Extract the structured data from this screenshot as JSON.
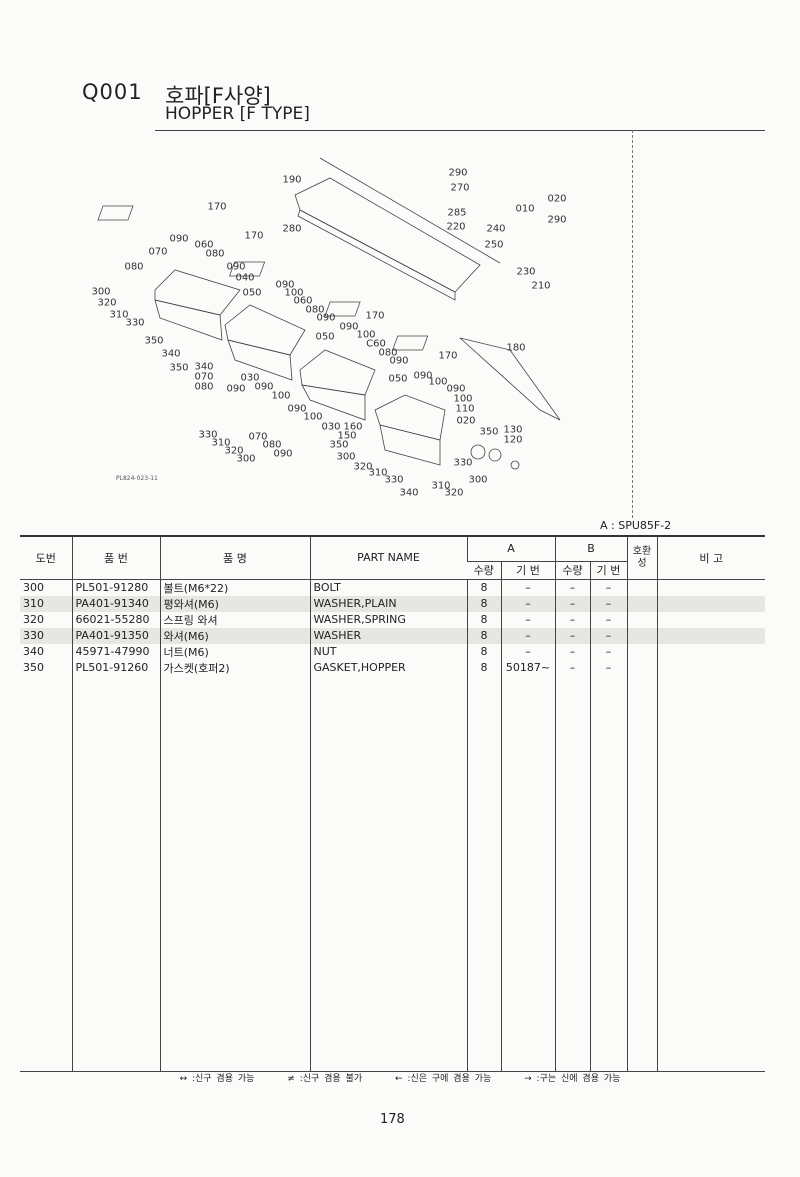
{
  "header": {
    "code": "Q001",
    "title_kr": "호파[F사양]",
    "title_en": "HOPPER [F TYPE]"
  },
  "diagram": {
    "drawing_no": "PL824-023-11",
    "callouts": [
      "190",
      "290",
      "270",
      "285",
      "010",
      "020",
      "290",
      "280",
      "220",
      "240",
      "250",
      "230",
      "210",
      "170",
      "170",
      "090",
      "060",
      "080",
      "070",
      "090",
      "080",
      "040",
      "300",
      "320",
      "310",
      "330",
      "050",
      "090",
      "100",
      "060",
      "080",
      "090",
      "170",
      "350",
      "340",
      "350",
      "340",
      "070",
      "080",
      "090",
      "030",
      "090",
      "100",
      "090",
      "100",
      "C60",
      "080",
      "090",
      "050",
      "170",
      "180",
      "050",
      "090",
      "100",
      "090",
      "100",
      "110",
      "020",
      "090",
      "100",
      "030",
      "160",
      "150",
      "350",
      "130",
      "120",
      "350",
      "300",
      "320",
      "310",
      "330",
      "340",
      "310",
      "320",
      "330",
      "300",
      "330",
      "310",
      "320",
      "300",
      "070",
      "080",
      "090"
    ]
  },
  "model_note": "A : SPU85F-2",
  "table": {
    "headers": {
      "no": "도번",
      "part_no": "품 번",
      "name_kr": "품 명",
      "part_name": "PART NAME",
      "group_a": "A",
      "group_b": "B",
      "qty": "수량",
      "serial": "기 번",
      "interchange": "호환성",
      "remarks": "비 고"
    },
    "rows": [
      {
        "no": "300",
        "part_no": "PL501-91280",
        "name_kr": "볼트(M6*22)",
        "part_name": "BOLT",
        "a_qty": "8",
        "a_serial": "–",
        "b_qty": "–",
        "b_serial": "–"
      },
      {
        "no": "310",
        "part_no": "PA401-91340",
        "name_kr": "평와셔(M6)",
        "part_name": "WASHER,PLAIN",
        "a_qty": "8",
        "a_serial": "–",
        "b_qty": "–",
        "b_serial": "–"
      },
      {
        "no": "320",
        "part_no": "66021-55280",
        "name_kr": "스프링 와셔",
        "part_name": "WASHER,SPRING",
        "a_qty": "8",
        "a_serial": "–",
        "b_qty": "–",
        "b_serial": "–"
      },
      {
        "no": "330",
        "part_no": "PA401-91350",
        "name_kr": "와셔(M6)",
        "part_name": "WASHER",
        "a_qty": "8",
        "a_serial": "–",
        "b_qty": "–",
        "b_serial": "–"
      },
      {
        "no": "340",
        "part_no": "45971-47990",
        "name_kr": "너트(M6)",
        "part_name": "NUT",
        "a_qty": "8",
        "a_serial": "–",
        "b_qty": "–",
        "b_serial": "–"
      },
      {
        "no": "350",
        "part_no": "PL501-91260",
        "name_kr": "가스켓(호퍼2)",
        "part_name": "GASKET,HOPPER",
        "a_qty": "8",
        "a_serial": "50187~",
        "b_qty": "–",
        "b_serial": "–"
      }
    ]
  },
  "legend": [
    "↔ :신구 겸용 가능",
    "≠ :신구 겸용 불가",
    "← :신은 구에 겸용 가능",
    "→ :구는 신에 겸용 가능"
  ],
  "page_number": "178"
}
